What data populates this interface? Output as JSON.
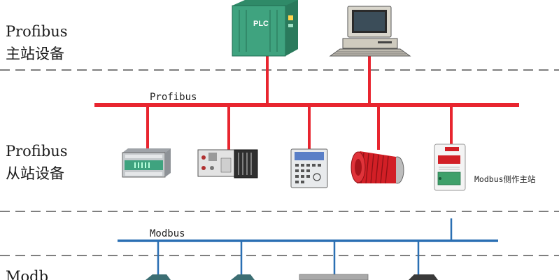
{
  "zones": {
    "master": {
      "line1": "Profibus",
      "line2": "主站设备"
    },
    "slave": {
      "line1": "Profibus",
      "line2": "从站设备"
    },
    "modbus_zone": {
      "line1": "Modb"
    }
  },
  "buses": {
    "profibus": {
      "label": "Profibus",
      "color": "#e8252f"
    },
    "modbus": {
      "label": "Modbus",
      "color": "#2a6fb3"
    }
  },
  "devices": {
    "plc_text": "PLC",
    "gateway_caption": "Modbus侧作主站"
  },
  "colors": {
    "plc": "#3fa37f",
    "computer": "#d9d6cc"
  },
  "icons": [
    "plc-rack-icon",
    "desktop-computer-icon",
    "io-module-icon",
    "io-rack-icon",
    "keypad-panel-icon",
    "red-motor-icon",
    "gateway-device-icon"
  ]
}
